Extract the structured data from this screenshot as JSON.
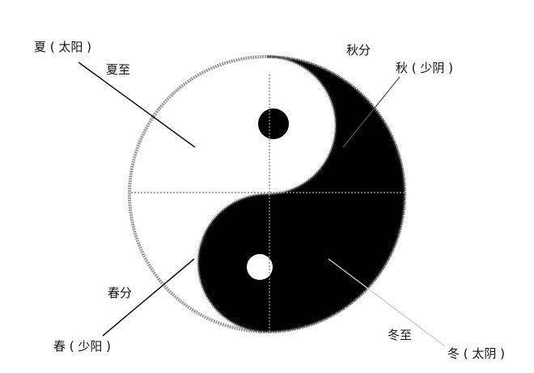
{
  "labels": {
    "summer_taiyang": "夏 ( 太阳 )",
    "summer_solstice": "夏至",
    "autumn_equinox": "秋分",
    "autumn_shaoyin": "秋 ( 少阴 )",
    "spring_equinox": "春分",
    "spring_shaoyang": "春 ( 少阳 )",
    "winter_solstice": "冬至",
    "winter_taiyin": "冬 ( 太阴 )"
  },
  "colors": {
    "yin": "#000000",
    "yang": "#ffffff",
    "outline": "#9a9a9a",
    "axis": "#8c8c8c",
    "leader": "#111111"
  }
}
